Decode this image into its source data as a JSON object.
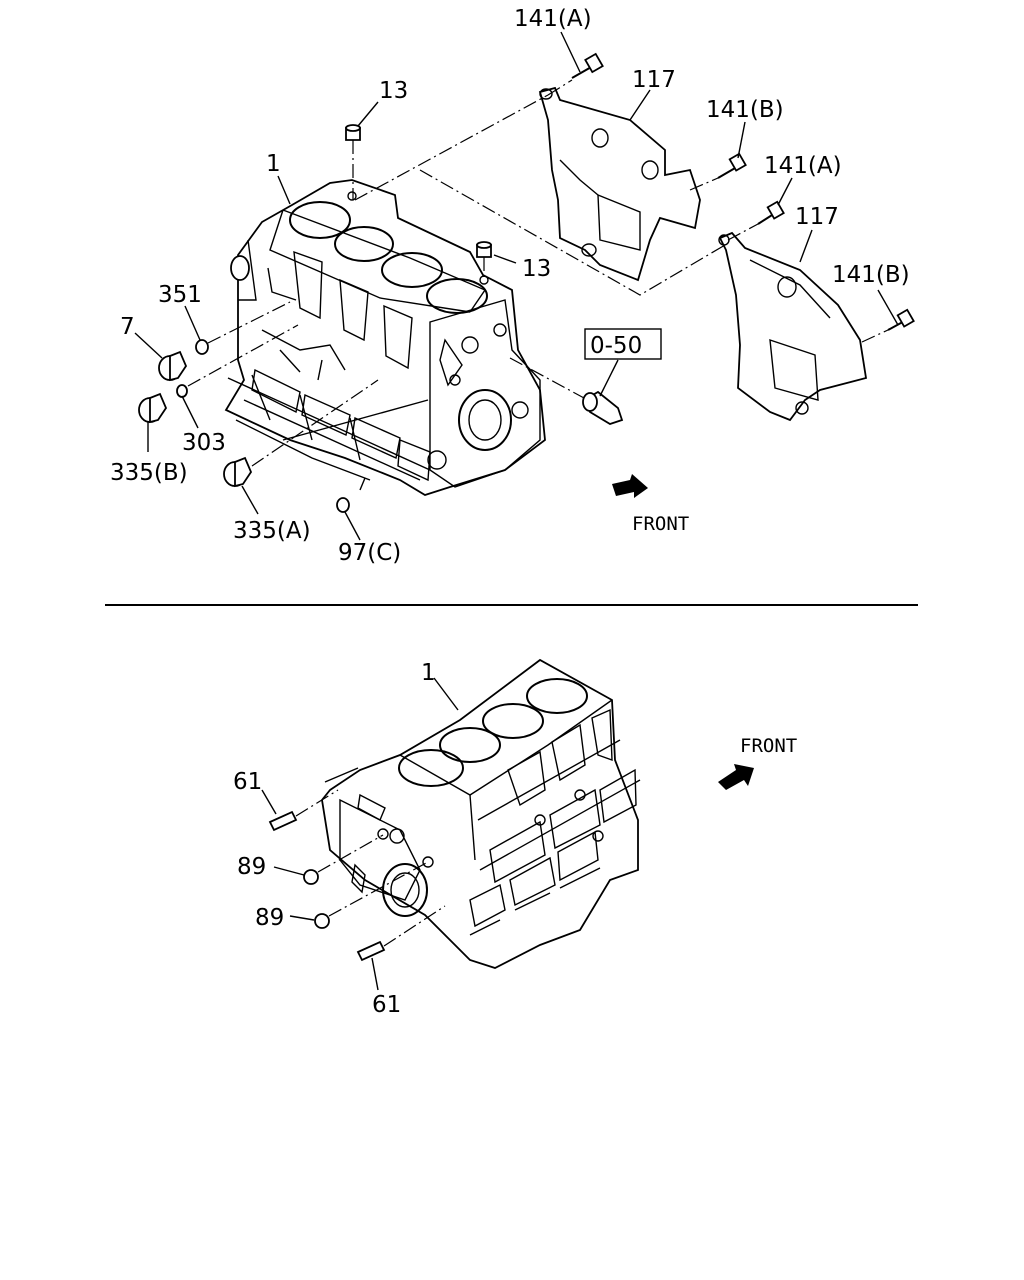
{
  "callouts": {
    "p141a_top": "141(A)",
    "p117_top": "117",
    "p141b_top": "141(B)",
    "p141a_mid": "141(A)",
    "p117_mid": "117",
    "p141b_right": "141(B)",
    "p13_top": "13",
    "p13_mid": "13",
    "p1_top": "1",
    "p351": "351",
    "p7": "7",
    "p303": "303",
    "p335b": "335(B)",
    "p335a": "335(A)",
    "p97c": "97(C)",
    "p050": "0-50",
    "p1_bottom": "1",
    "p61_top": "61",
    "p89_a": "89",
    "p89_b": "89",
    "p61_bottom": "61"
  },
  "front_labels": {
    "top": "FRONT",
    "bottom": "FRONT"
  },
  "icons": {
    "front_arrow_top": "front-arrow-icon",
    "front_arrow_bottom": "front-arrow-icon"
  }
}
